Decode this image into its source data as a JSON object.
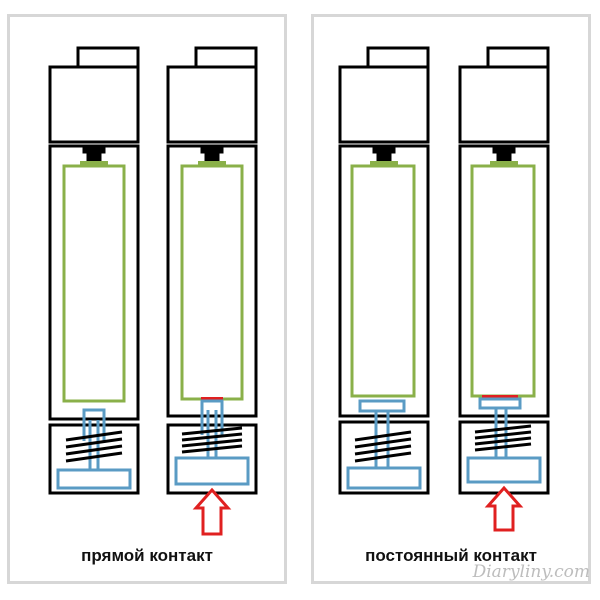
{
  "colors": {
    "outline": "#000000",
    "battery": "#8ab049",
    "spring_contact": "#5a9bc4",
    "highlight": "#e02020",
    "panel_border": "#d7d7d7"
  },
  "panels": [
    {
      "caption": "прямой контакт",
      "arrow": false
    },
    {
      "caption": "постоянный контакт",
      "arrow": true
    }
  ],
  "watermark": "Diaryliny.com"
}
